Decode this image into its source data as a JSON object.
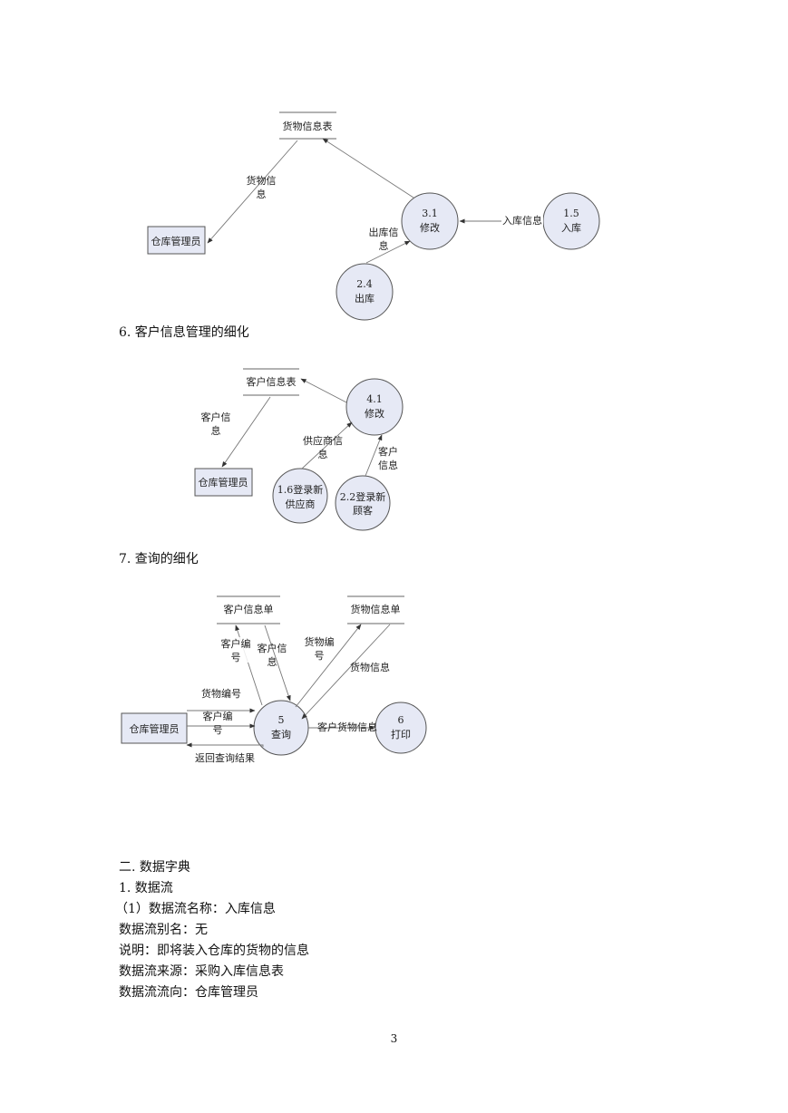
{
  "diagrams": {
    "d1": {
      "store": "货物信息表",
      "entity": "仓库管理员",
      "p31": {
        "num": "3.1",
        "name": "修改"
      },
      "p15": {
        "num": "1.5",
        "name": "入库"
      },
      "p24": {
        "num": "2.4",
        "name": "出库"
      },
      "f_goods_a": "货物信",
      "f_goods_b": "息",
      "f_in": "入库信息",
      "f_out_a": "出库信",
      "f_out_b": "息"
    },
    "d2": {
      "store": "客户信息表",
      "entity": "仓库管理员",
      "p41": {
        "num": "4.1",
        "name": "修改"
      },
      "p16": {
        "a": "1.6登录新",
        "b": "供应商"
      },
      "p22": {
        "a": "2.2登录新",
        "b": "顾客"
      },
      "f_cust_a": "客户信",
      "f_cust_b": "息",
      "f_sup_a": "供应商信",
      "f_sup_b": "息",
      "f_cust2_a": "客户",
      "f_cust2_b": "信息"
    },
    "d3": {
      "store_cust": "客户信息单",
      "store_goods": "货物信息单",
      "entity": "仓库管理员",
      "p5": {
        "num": "5",
        "name": "查询"
      },
      "p6": {
        "num": "6",
        "name": "打印"
      },
      "f_custno_a": "客户编",
      "f_custno_b": "号",
      "f_custinfo_a": "客户信",
      "f_custinfo_b": "息",
      "f_goodsno_a": "货物编",
      "f_goodsno_b": "号",
      "f_goodsinfo": "货物信息",
      "f_goodsno2": "货物编号",
      "f_custno2_a": "客户编",
      "f_custno2_b": "号",
      "f_result": "返回查询结果",
      "f_print": "客户货物信息"
    }
  },
  "headings": {
    "h6": "6. 客户信息管理的细化",
    "h7": "7. 查询的细化"
  },
  "dictionary": {
    "title": "二. 数据字典",
    "sub": "1. 数据流",
    "lines": [
      "（1）数据流名称：入库信息",
      "数据流别名：无",
      "说明：即将装入仓库的货物的信息",
      "数据流来源：采购入库信息表",
      "数据流流向：仓库管理员"
    ]
  },
  "page_number": "3"
}
